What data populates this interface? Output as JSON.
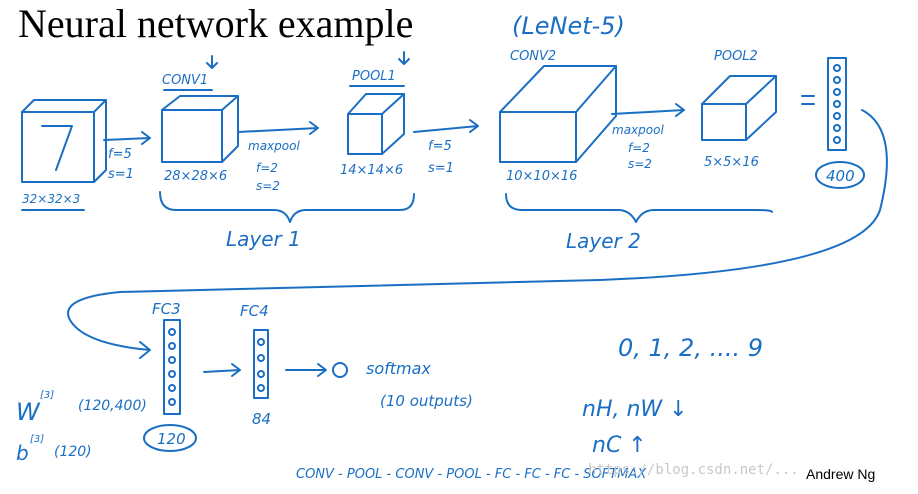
{
  "slide": {
    "title": "Neural network example",
    "credit": "Andrew Ng",
    "watermark": "https://blog.csdn.net/...",
    "ink_color": "#1a6fc4"
  },
  "notes": {
    "lenet": "(LeNet-5)",
    "input_size": "32×32×3",
    "conv1": "CONV1",
    "conv1_params": [
      "f=5",
      "s=1"
    ],
    "conv1_size": "28×28×6",
    "maxpool1": "maxpool",
    "maxpool1_params": [
      "f=2",
      "s=2"
    ],
    "pool1": "POOL1",
    "pool1_size": "14×14×6",
    "conv2_params": [
      "f=5",
      "s=1"
    ],
    "conv2": "CONV2",
    "conv2_size": "10×10×16",
    "maxpool2": "maxpool",
    "maxpool2_params": [
      "f=2",
      "s=2"
    ],
    "pool2": "POOL2",
    "pool2_size": "5×5×16",
    "flat_size": "400",
    "layer1": "Layer 1",
    "layer2": "Layer 2",
    "fc3": "FC3",
    "fc4": "FC4",
    "fc3_size": "120",
    "fc4_size": "84",
    "softmax": "softmax",
    "softmax_outputs": "(10 outputs)",
    "w3": "W",
    "w3_sup": "[3]",
    "w3_shape": "(120,400)",
    "b3": "b",
    "b3_sup": "[3]",
    "b3_shape": "(120)",
    "digits": "0, 1, 2, .... 9",
    "nh_nw": "nH, nW ↓",
    "nc": "nC ↑",
    "pipeline": "CONV - POOL - CONV - POOL - FC - FC - FC - SOFTMAX"
  }
}
